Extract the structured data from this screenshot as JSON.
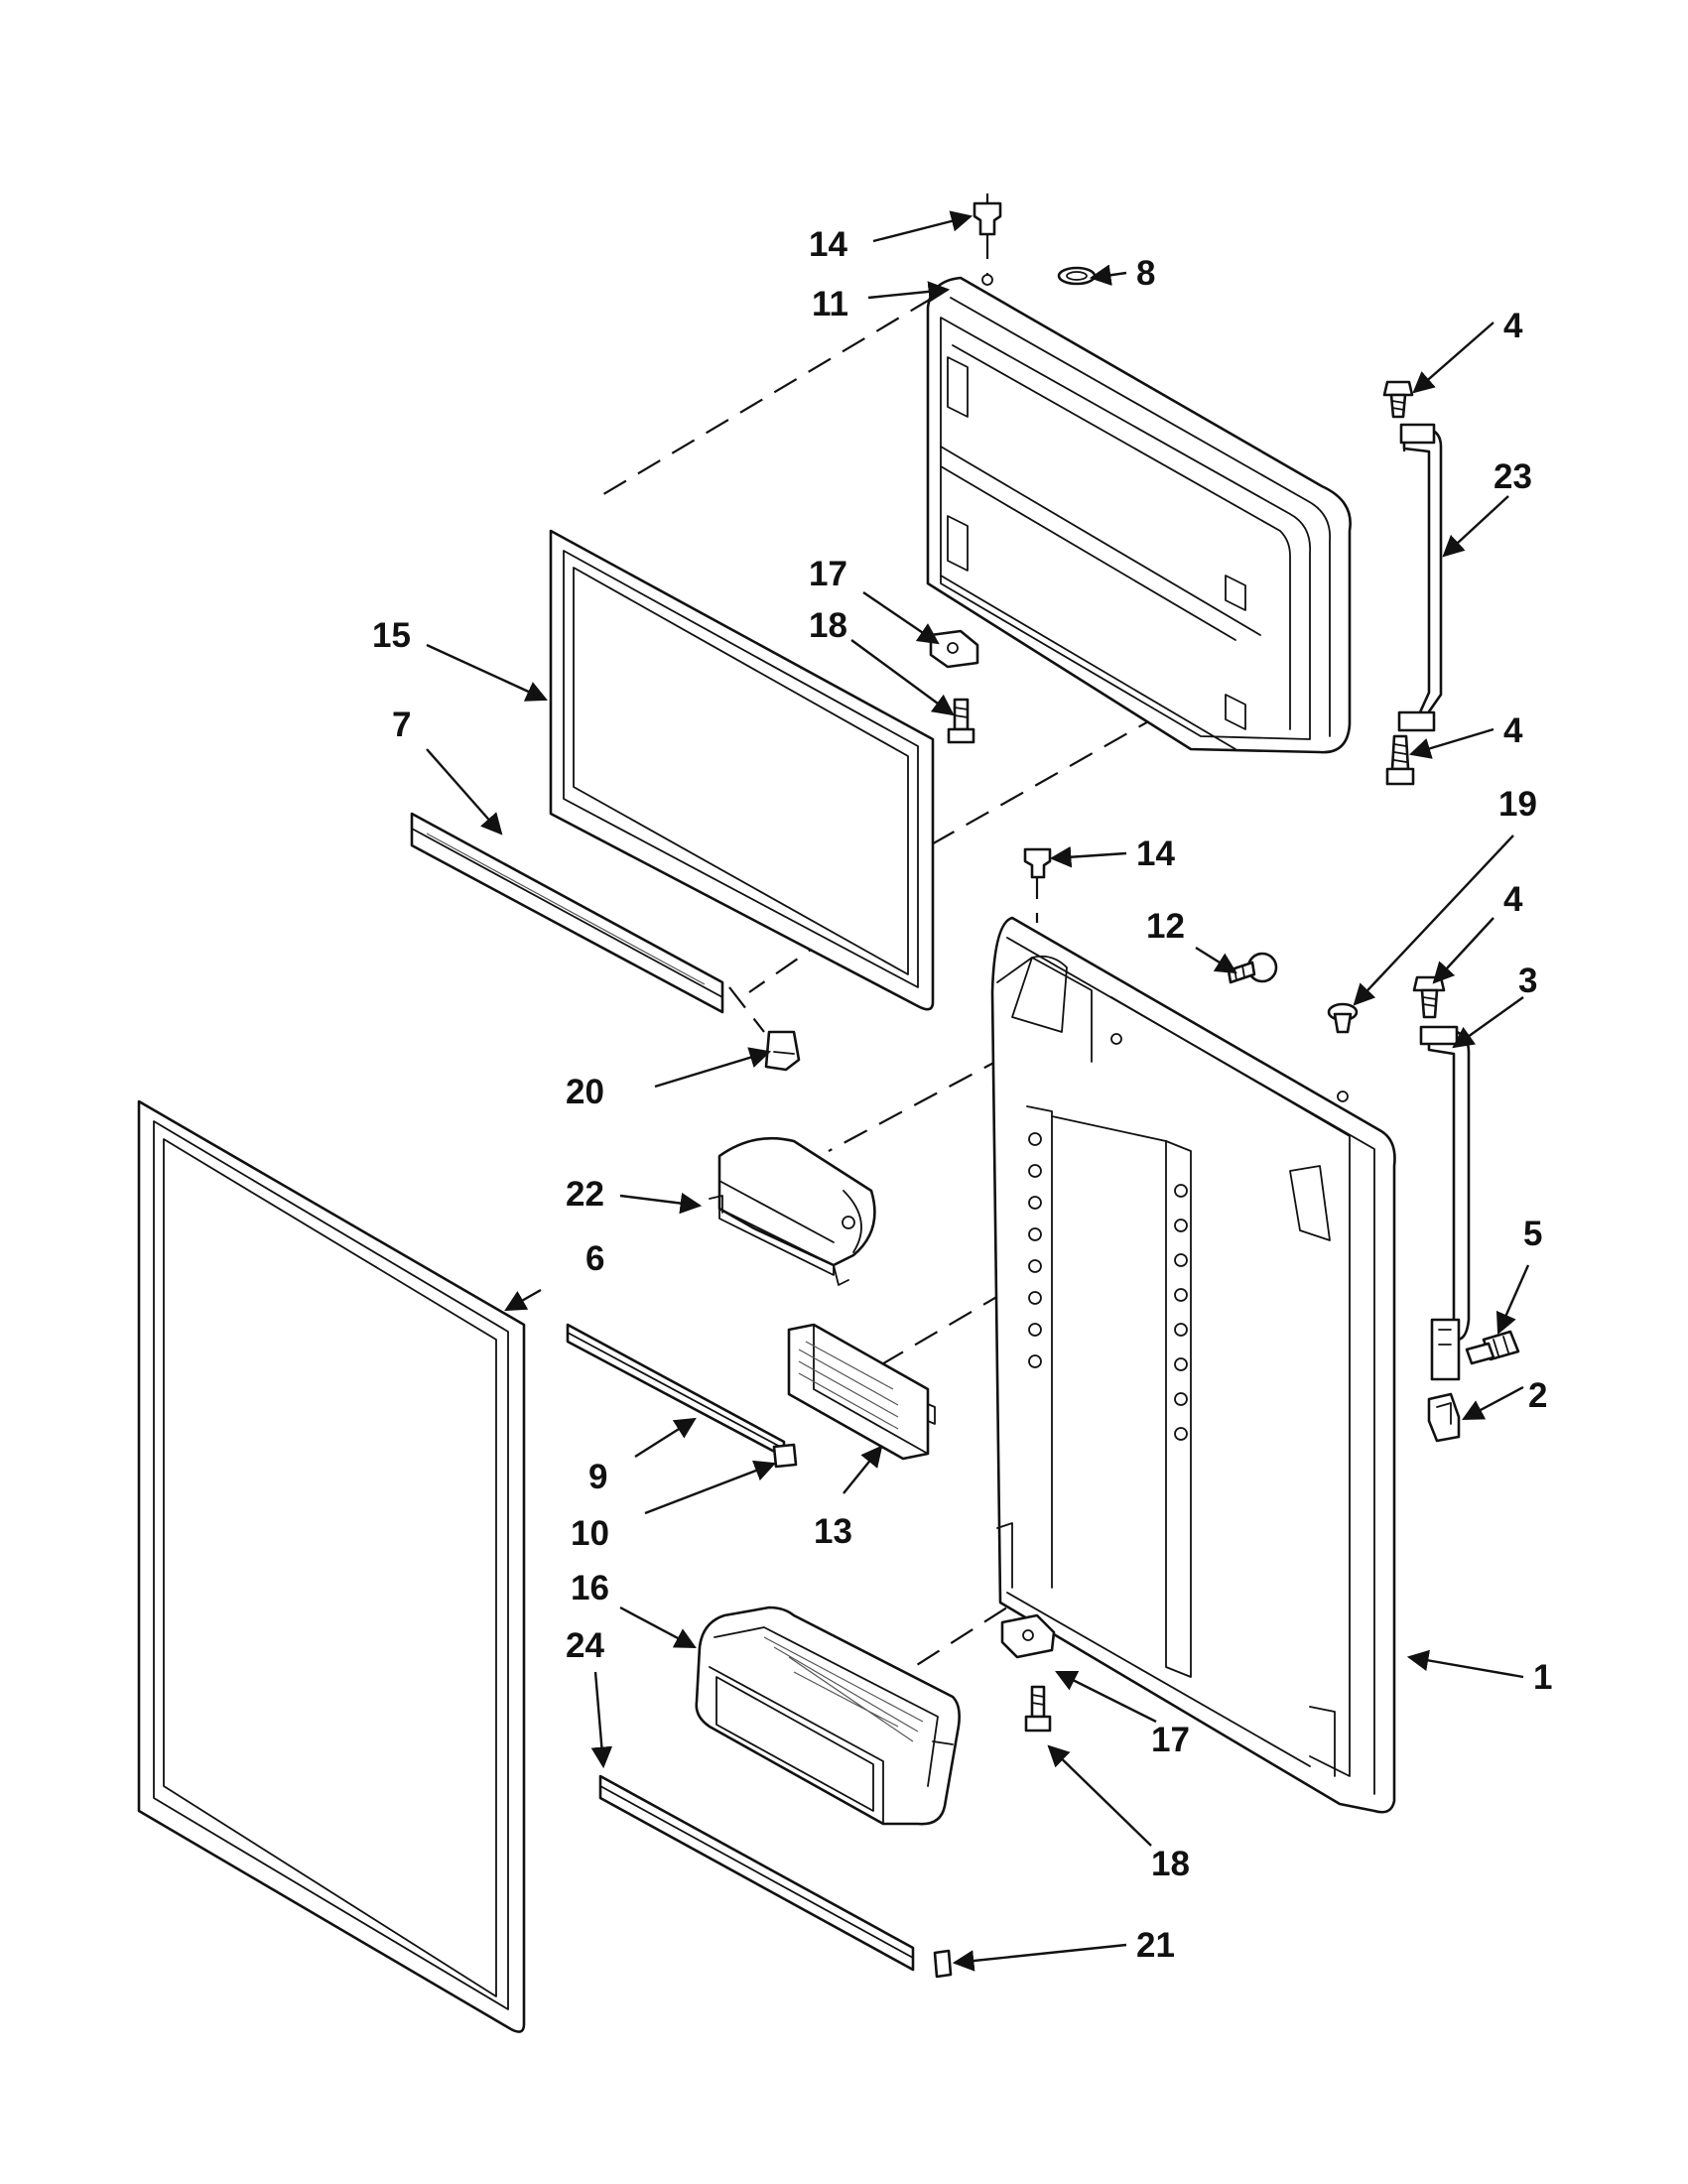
{
  "diagram": {
    "labels": {
      "p1": "1",
      "p2": "2",
      "p3": "3",
      "p4a": "4",
      "p4b": "4",
      "p4c": "4",
      "p5": "5",
      "p6": "6",
      "p7": "7",
      "p8": "8",
      "p9": "9",
      "p10": "10",
      "p11": "11",
      "p12": "12",
      "p13": "13",
      "p14a": "14",
      "p14b": "14",
      "p15": "15",
      "p16": "16",
      "p17a": "17",
      "p17b": "17",
      "p18a": "18",
      "p18b": "18",
      "p19": "19",
      "p20": "20",
      "p21": "21",
      "p22": "22",
      "p23": "23",
      "p24": "24"
    }
  }
}
